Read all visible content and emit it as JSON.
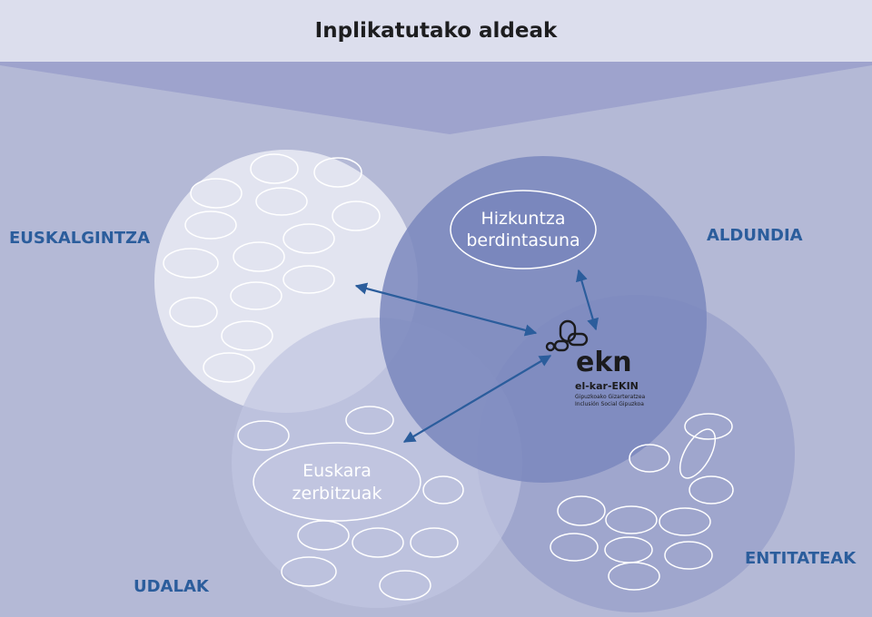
{
  "header": {
    "title": "Inplikatutako aldeak"
  },
  "groups": {
    "euskalgintza": "EUSKALGINTZA",
    "aldundia": "ALDUNDIA",
    "udalak": "UDALAK",
    "entitateak": "ENTITATEAK"
  },
  "bubbles": {
    "aldundia_line1": "Hizkuntza",
    "aldundia_line2": "berdintasuna",
    "udalak_line1": "Euskara",
    "udalak_line2": "zerbitzuak"
  },
  "logo": {
    "mark": "ekn",
    "name": "el-kar-EKIN",
    "line1": "Gipuzkoako Gizarteratzea",
    "line2": "Inclusión Social Gipuzkoa"
  },
  "colors": {
    "background": "#b4b9d6",
    "header": "#dcdeed",
    "label_blue": "#2b5d9c",
    "arrow_blue": "#2b5d9c"
  }
}
